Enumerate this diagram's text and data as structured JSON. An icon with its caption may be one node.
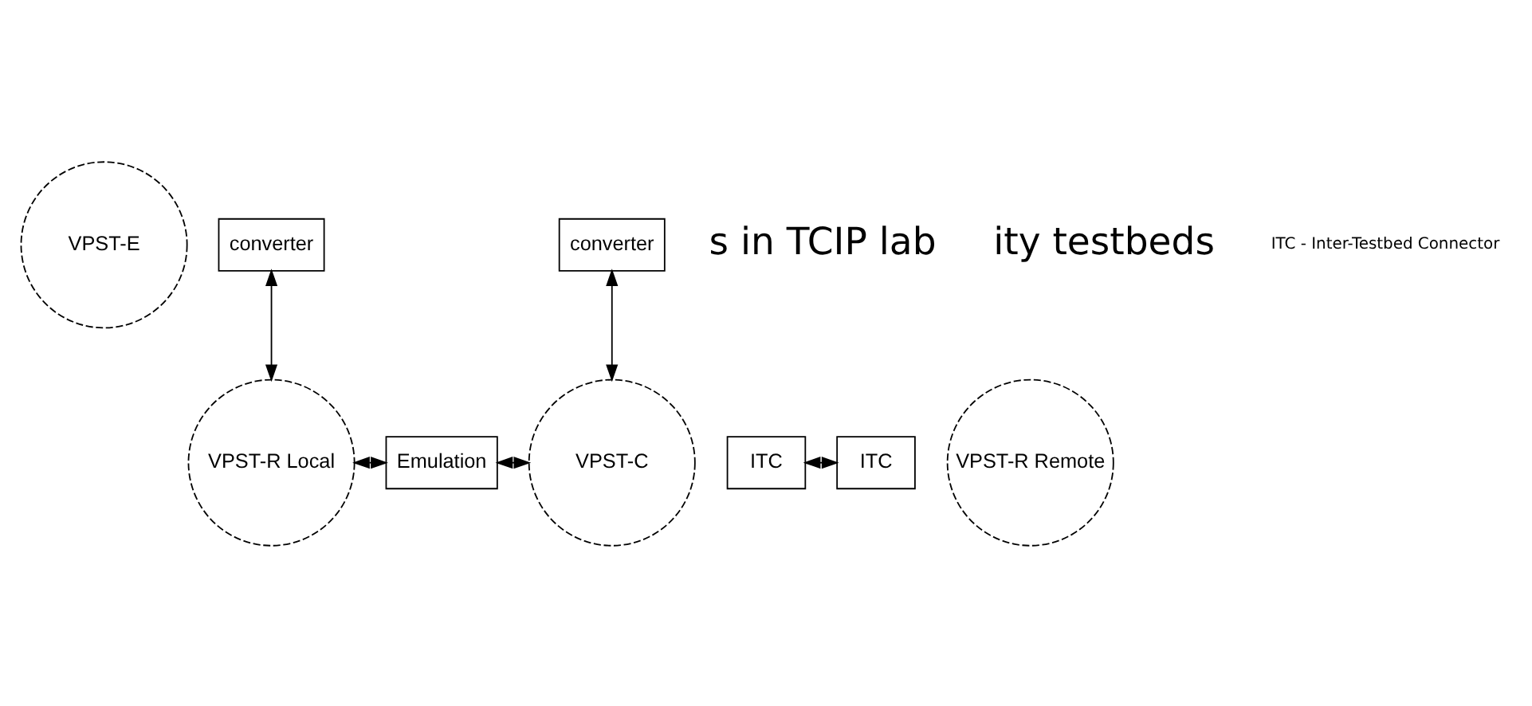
{
  "diagram": {
    "nodes": [
      {
        "text": [
          "VPST-E"
        ]
      },
      {
        "text": [
          "converter"
        ]
      },
      {
        "text": [
          "converter"
        ]
      },
      {
        "text": [
          "VPST-C"
        ]
      },
      {
        "text": [
          "VPST-R Local"
        ]
      },
      {
        "text": [
          "Emulation"
        ]
      },
      {
        "text": [
          "ITC"
        ]
      },
      {
        "text": [
          "ITC"
        ]
      },
      {
        "text": [
          "VPST-R Remote"
        ]
      }
    ],
    "edges": [
      {
        "from": 1,
        "to": 4,
        "arrow": "both"
      },
      {
        "from": 2,
        "to": 3,
        "arrow": "both"
      },
      {
        "from": 4,
        "to": 5,
        "arrow": "both"
      },
      {
        "from": 5,
        "to": 3,
        "arrow": "both"
      },
      {
        "from": 6,
        "to": 7,
        "arrow": "both"
      }
    ],
    "labels": [
      "s in TCIP lab",
      "ity testbeds",
      "ITC - Inter-Testbed Connector"
    ]
  }
}
